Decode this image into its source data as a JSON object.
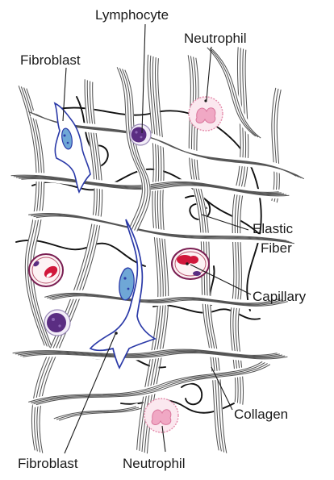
{
  "diagram": {
    "labels": {
      "lymphocyte": "Lymphocyte",
      "neutrophil_top": "Neutrophil",
      "fibroblast_top": "Fibroblast",
      "elastic_line1": "Elastic",
      "elastic_line2": "Fiber",
      "capillary": "Capillary",
      "collagen": "Collagen",
      "fibroblast_bottom": "Fibroblast",
      "neutrophil_bottom": "Neutrophil"
    },
    "colors": {
      "collagen_stroke": "#555555",
      "elastic_fiber": "#111111",
      "fibroblast_outline": "#2b3aa8",
      "fibroblast_nucleus": "#6fa7d6",
      "lymphocyte_nucleus": "#5a2d82",
      "neutrophil_nucleus": "#f0a8c4",
      "red_blood_cell": "#d1173b",
      "capillary_wall": "#7a1e52"
    }
  }
}
